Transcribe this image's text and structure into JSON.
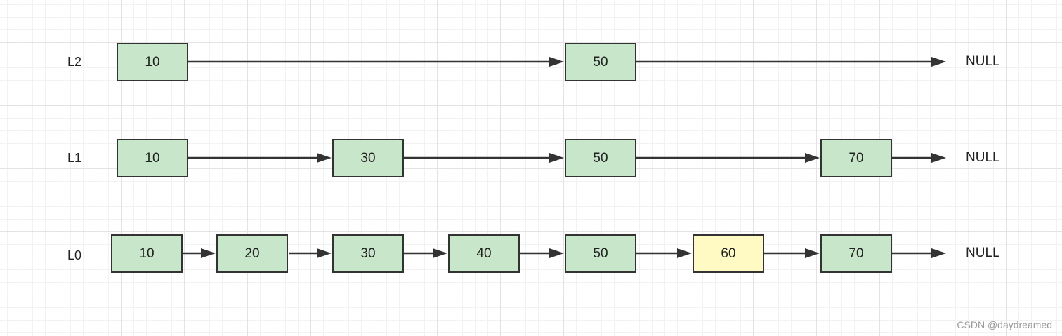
{
  "diagram": {
    "colors": {
      "node_fill": "#c8e6c9",
      "highlight_fill": "#fff9c4",
      "border": "#333333",
      "arrow": "#333333"
    },
    "levels": [
      {
        "label": "L2",
        "nodes": [
          {
            "value": "10",
            "highlight": false
          },
          {
            "value": "50",
            "highlight": false
          }
        ],
        "end": "NULL"
      },
      {
        "label": "L1",
        "nodes": [
          {
            "value": "10",
            "highlight": false
          },
          {
            "value": "30",
            "highlight": false
          },
          {
            "value": "50",
            "highlight": false
          },
          {
            "value": "70",
            "highlight": false
          }
        ],
        "end": "NULL"
      },
      {
        "label": "L0",
        "nodes": [
          {
            "value": "10",
            "highlight": false
          },
          {
            "value": "20",
            "highlight": false
          },
          {
            "value": "30",
            "highlight": false
          },
          {
            "value": "40",
            "highlight": false
          },
          {
            "value": "50",
            "highlight": false
          },
          {
            "value": "60",
            "highlight": true
          },
          {
            "value": "70",
            "highlight": false
          }
        ],
        "end": "NULL"
      }
    ],
    "watermark": "CSDN @daydreamed"
  }
}
